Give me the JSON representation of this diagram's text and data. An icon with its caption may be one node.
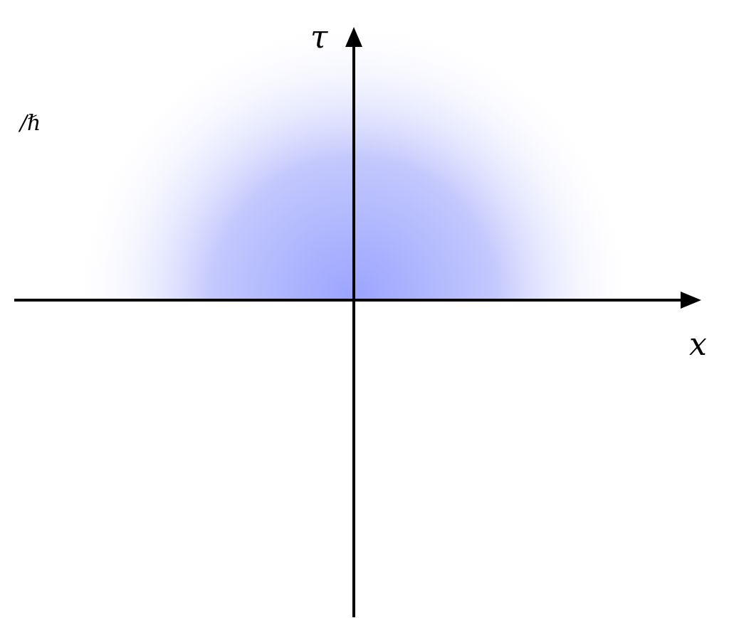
{
  "diagram": {
    "labels": [
      "τ",
      "/ℏ",
      "x"
    ]
  }
}
